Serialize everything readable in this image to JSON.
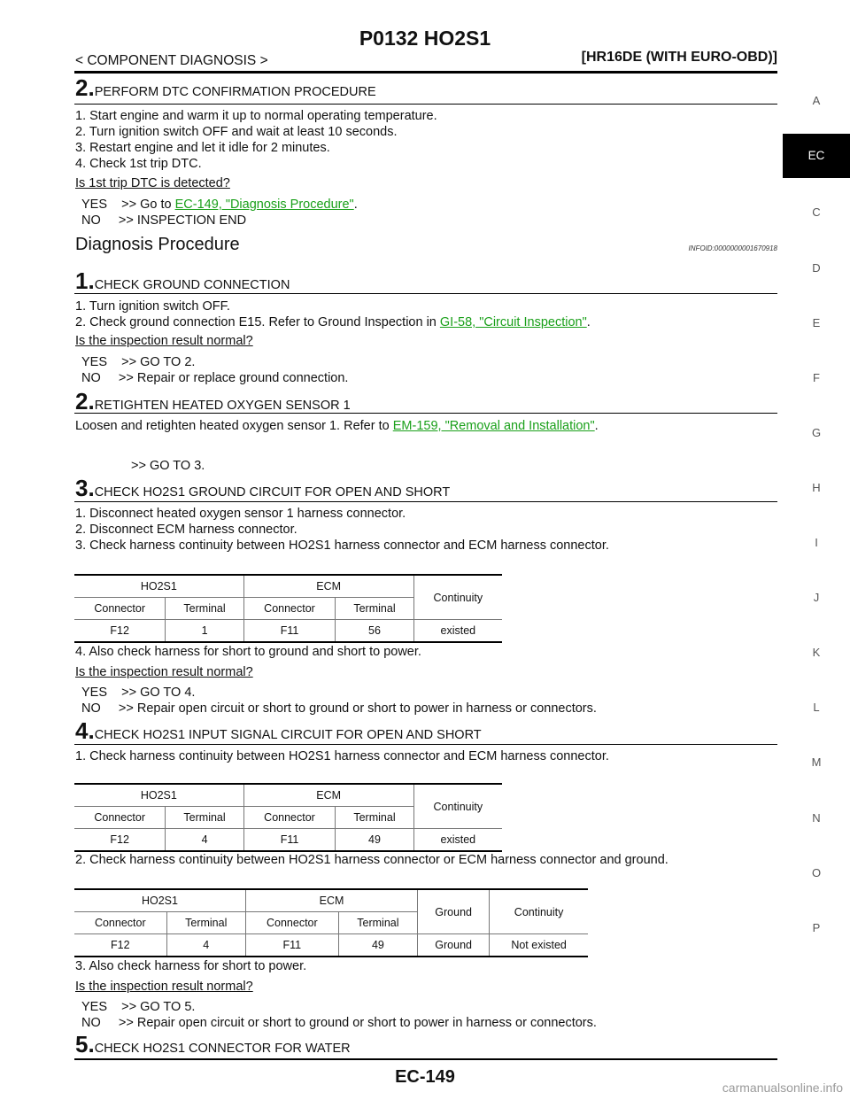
{
  "header": {
    "title": "P0132 HO2S1",
    "left": "< COMPONENT DIAGNOSIS >",
    "right": "[HR16DE (WITH EURO-OBD)]"
  },
  "sidebar": [
    "A",
    "EC",
    "C",
    "D",
    "E",
    "F",
    "G",
    "H",
    "I",
    "J",
    "K",
    "L",
    "M",
    "N",
    "O",
    "P"
  ],
  "dtc": {
    "num": "2.",
    "title": "PERFORM DTC CONFIRMATION PROCEDURE",
    "lines": [
      "1. Start engine and warm it up to normal operating temperature.",
      "2. Turn ignition switch OFF and wait at least 10 seconds.",
      "3. Restart engine and let it idle for 2 minutes.",
      "4. Check 1st trip DTC."
    ],
    "question": "Is 1st trip DTC is detected?",
    "yes_prefix": "YES    >> Go to ",
    "yes_link": "EC-149, \"Diagnosis Procedure\"",
    "yes_suffix": ".",
    "no": "NO     >> INSPECTION END"
  },
  "diag": {
    "heading": "Diagnosis Procedure",
    "infoid": "INFOID:0000000001670918"
  },
  "s1": {
    "num": "1.",
    "title": "CHECK GROUND CONNECTION",
    "l1": "1. Turn ignition switch OFF.",
    "l2_prefix": "2. Check ground connection E15. Refer to Ground Inspection in ",
    "l2_link": "GI-58, \"Circuit Inspection\"",
    "l2_suffix": ".",
    "question": "Is the inspection result normal?",
    "yes": "YES    >> GO TO 2.",
    "no": "NO     >> Repair or replace ground connection."
  },
  "s2": {
    "num": "2.",
    "title": "RETIGHTEN HEATED OXYGEN SENSOR 1",
    "l1_prefix": "Loosen and retighten heated oxygen sensor 1. Refer to ",
    "l1_link": "EM-159, \"Removal and Installation\"",
    "l1_suffix": ".",
    "go": ">> GO TO 3."
  },
  "s3": {
    "num": "3.",
    "title": "CHECK HO2S1 GROUND CIRCUIT FOR OPEN AND SHORT",
    "lines": [
      "1. Disconnect heated oxygen sensor 1 harness connector.",
      "2. Disconnect ECM harness connector.",
      "3. Check harness continuity between HO2S1 harness connector and ECM harness connector."
    ],
    "table": {
      "h1": [
        "HO2S1",
        "ECM",
        "Continuity"
      ],
      "h2": [
        "Connector",
        "Terminal",
        "Connector",
        "Terminal"
      ],
      "row": [
        "F12",
        "1",
        "F11",
        "56",
        "existed"
      ]
    },
    "l4": "4. Also check harness for short to ground and short to power.",
    "question": "Is the inspection result normal?",
    "yes": "YES    >> GO TO 4.",
    "no": "NO     >> Repair open circuit or short to ground or short to power in harness or connectors."
  },
  "s4": {
    "num": "4.",
    "title": "CHECK HO2S1 INPUT SIGNAL CIRCUIT FOR OPEN AND SHORT",
    "l1": "1. Check harness continuity between HO2S1 harness connector and ECM harness connector.",
    "table1": {
      "h1": [
        "HO2S1",
        "ECM",
        "Continuity"
      ],
      "h2": [
        "Connector",
        "Terminal",
        "Connector",
        "Terminal"
      ],
      "row": [
        "F12",
        "4",
        "F11",
        "49",
        "existed"
      ]
    },
    "l2": "2. Check harness continuity between HO2S1 harness connector or ECM harness connector and ground.",
    "table2": {
      "h1": [
        "HO2S1",
        "ECM",
        "Ground",
        "Continuity"
      ],
      "h2": [
        "Connector",
        "Terminal",
        "Connector",
        "Terminal"
      ],
      "row": [
        "F12",
        "4",
        "F11",
        "49",
        "Ground",
        "Not existed"
      ]
    },
    "l3": "3. Also check harness for short to power.",
    "question": "Is the inspection result normal?",
    "yes": "YES    >> GO TO 5.",
    "no": "NO     >> Repair open circuit or short to ground or short to power in harness or connectors."
  },
  "s5": {
    "num": "5.",
    "title": "CHECK HO2S1 CONNECTOR FOR WATER"
  },
  "footer": {
    "page": "EC-149",
    "watermark": "carmanualsonline.info"
  }
}
